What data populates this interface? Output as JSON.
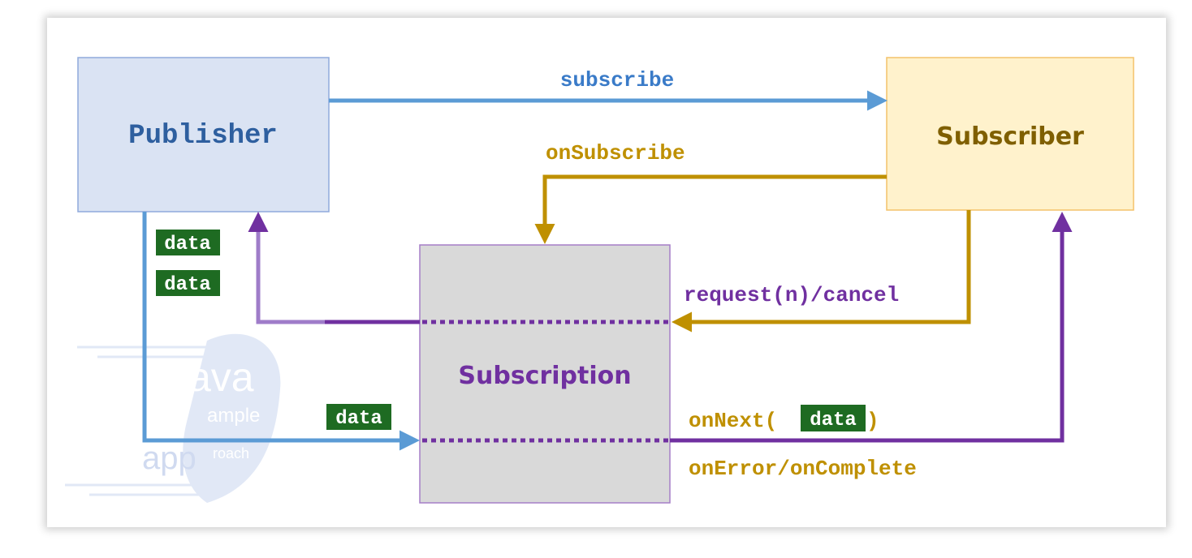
{
  "nodes": {
    "publisher": {
      "label": "Publisher"
    },
    "subscriber": {
      "label": "Subscriber"
    },
    "subscription": {
      "label": "Subscription"
    }
  },
  "edges": {
    "subscribe": {
      "label": "subscribe"
    },
    "on_subscribe": {
      "label": "onSubscribe"
    },
    "request_cancel": {
      "label": "request(n)/cancel"
    },
    "on_next_prefix": {
      "label": "onNext("
    },
    "on_next_data": {
      "label": "data"
    },
    "on_next_suffix": {
      "label": ")"
    },
    "on_error_complete": {
      "label": "onError/onComplete"
    }
  },
  "data_tags": [
    "data",
    "data",
    "data"
  ],
  "watermark": {
    "line1": "ava",
    "line2": "ample",
    "line3": "app",
    "line4": "roach"
  },
  "colors": {
    "blue": "#5b9bd5",
    "gold": "#bf9000",
    "purple": "#7030a0",
    "data_green": "#1e6b22",
    "publisher_fill": "#dae3f3",
    "subscriber_fill": "#fff2cc",
    "subscription_fill": "#d9d9d9"
  }
}
